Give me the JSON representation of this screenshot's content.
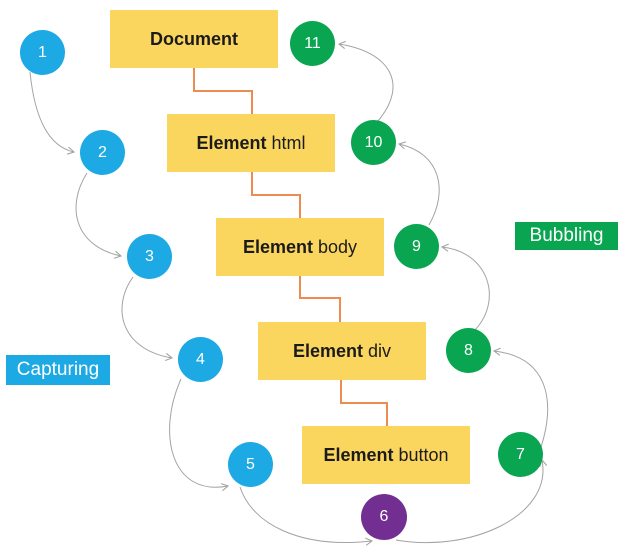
{
  "phase_labels": {
    "capturing": "Capturing",
    "bubbling": "Bubbling"
  },
  "nodes": [
    {
      "name": "Document",
      "tag": ""
    },
    {
      "name": "Element",
      "tag": " html"
    },
    {
      "name": "Element",
      "tag": " body"
    },
    {
      "name": "Element",
      "tag": " div"
    },
    {
      "name": "Element",
      "tag": " button"
    }
  ],
  "steps": [
    {
      "num": "1",
      "phase": "capturing"
    },
    {
      "num": "2",
      "phase": "capturing"
    },
    {
      "num": "3",
      "phase": "capturing"
    },
    {
      "num": "4",
      "phase": "capturing"
    },
    {
      "num": "5",
      "phase": "capturing"
    },
    {
      "num": "6",
      "phase": "target"
    },
    {
      "num": "7",
      "phase": "bubbling"
    },
    {
      "num": "8",
      "phase": "bubbling"
    },
    {
      "num": "9",
      "phase": "bubbling"
    },
    {
      "num": "10",
      "phase": "bubbling"
    },
    {
      "num": "11",
      "phase": "bubbling"
    }
  ],
  "colors": {
    "capturing_blue": "#1CA9E4",
    "bubbling_green": "#0AA551",
    "target_purple": "#722F91",
    "node_yellow": "#FBD65F",
    "connector_orange": "#ED8C50",
    "arrow_gray": "#A3A3A3"
  }
}
